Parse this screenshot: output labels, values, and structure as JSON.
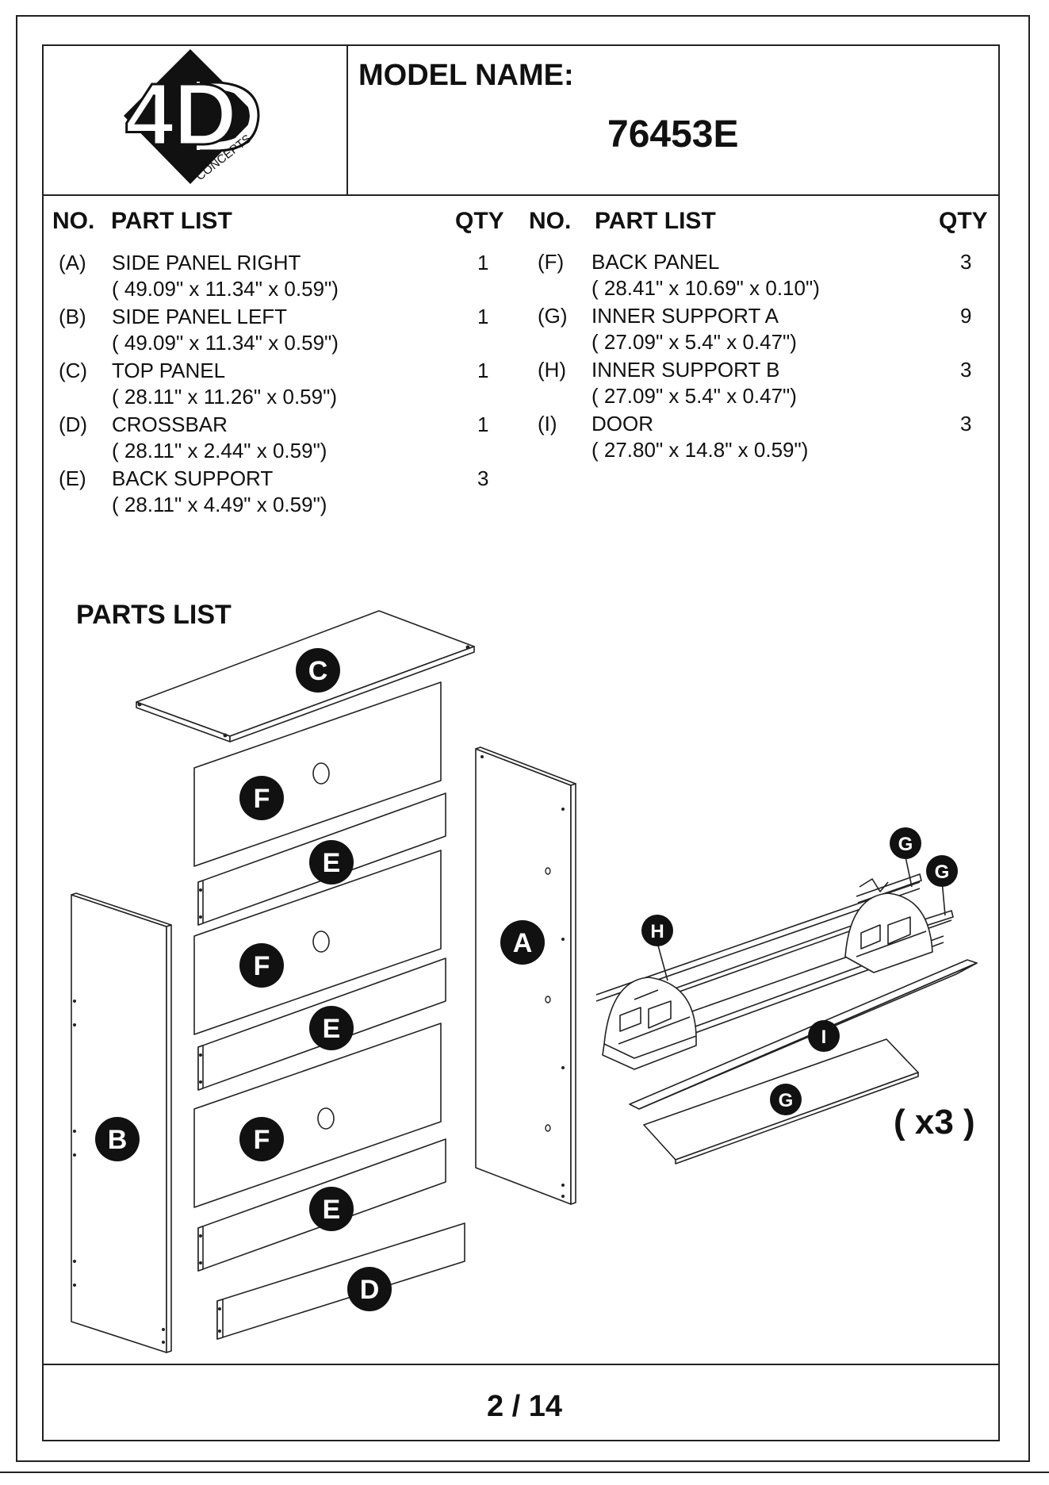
{
  "header": {
    "logo_text": "4D",
    "logo_subtext": "CONCEPTS",
    "model_label": "MODEL NAME:",
    "model_number": "76453E"
  },
  "table": {
    "col_no": "NO.",
    "col_part": "PART LIST",
    "col_qty": "QTY"
  },
  "parts_left": [
    {
      "no": "(A)",
      "name": "SIDE PANEL RIGHT",
      "dims": "( 49.09\" x 11.34\" x 0.59\")",
      "qty": "1"
    },
    {
      "no": "(B)",
      "name": "SIDE PANEL LEFT",
      "dims": "( 49.09\" x 11.34\" x 0.59\")",
      "qty": "1"
    },
    {
      "no": "(C)",
      "name": "TOP PANEL",
      "dims": "( 28.11\" x 11.26\" x 0.59\")",
      "qty": "1"
    },
    {
      "no": "(D)",
      "name": "CROSSBAR",
      "dims": "( 28.11\" x 2.44\" x 0.59\")",
      "qty": "1"
    },
    {
      "no": "(E)",
      "name": "BACK SUPPORT",
      "dims": "( 28.11\" x 4.49\" x 0.59\")",
      "qty": "3"
    }
  ],
  "parts_right": [
    {
      "no": "(F)",
      "name": "BACK PANEL",
      "dims": "( 28.41\" x 10.69\" x 0.10\")",
      "qty": "3"
    },
    {
      "no": "(G)",
      "name": "INNER SUPPORT A",
      "dims": "( 27.09\" x 5.4\" x 0.47\")",
      "qty": "9"
    },
    {
      "no": "(H)",
      "name": "INNER SUPPORT B",
      "dims": "( 27.09\" x 5.4\" x 0.47\")",
      "qty": "3"
    },
    {
      "no": "(I)",
      "name": "DOOR",
      "dims": "( 27.80\" x 14.8\" x 0.59\")",
      "qty": "3"
    }
  ],
  "diagram": {
    "title": "PARTS LIST",
    "multiplier": "( x3 )",
    "labels": {
      "A": "A",
      "B": "B",
      "C": "C",
      "D": "D",
      "E": "E",
      "F": "F",
      "G": "G",
      "H": "H",
      "I": "I"
    }
  },
  "footer": {
    "page": "2 / 14"
  }
}
